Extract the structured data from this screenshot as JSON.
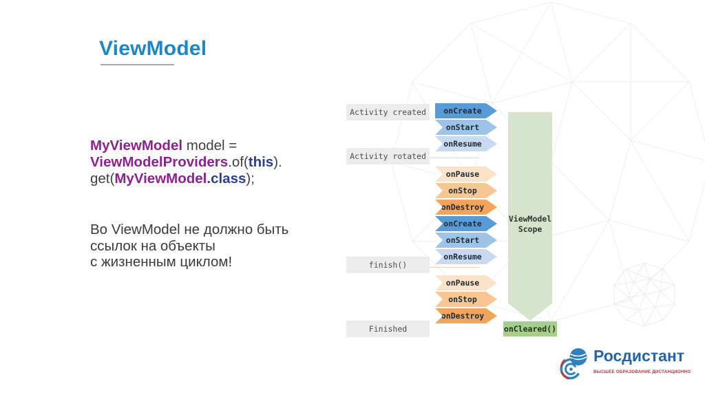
{
  "header": {
    "title": "ViewModel"
  },
  "code": {
    "l1": [
      "MyViewModel",
      " model ="
    ],
    "l2": [
      "ViewModelProviders",
      ".of(",
      "this",
      ")."
    ],
    "l3": [
      "get(",
      "MyViewModel",
      ".",
      "class",
      ");"
    ]
  },
  "note": {
    "line1": "Во ViewModel не должно быть",
    "line2": "ссылок на объекты",
    "line3": "с жизненным циклом!"
  },
  "diagram": {
    "labels": {
      "created": "Activity created",
      "rotated": "Activity rotated",
      "finish": "finish()",
      "finished": "Finished"
    },
    "arrows": [
      "onCreate",
      "onStart",
      "onResume",
      "onPause",
      "onStop",
      "onDestroy",
      "onCreate",
      "onStart",
      "onResume",
      "onPause",
      "onStop",
      "onDestroy"
    ],
    "scope_line1": "ViewModel",
    "scope_line2": "Scope",
    "oncleared": "onCleared()"
  },
  "logo": {
    "name": "Росдистант",
    "tagline": "ВЫСШЕЕ ОБРАЗОВАНИЕ ДИСТАНЦИОННО"
  },
  "colors": {
    "title_blue": "#1d87c6",
    "keyword_purple": "#8e2190",
    "keyword_navy": "#2e3d8f",
    "arrow_blue_dark": "#5b9bd5",
    "arrow_blue_mid": "#9dc3e6",
    "arrow_blue_light": "#c9daf0",
    "arrow_orange_light": "#fbe3c9",
    "arrow_orange_mid": "#f8c692",
    "arrow_orange_dark": "#f1a45c",
    "scope_green": "#d6e4cc",
    "oncleared_green": "#a5cf8b",
    "label_gray": "#ececec",
    "logo_blue": "#2465aa",
    "logo_red": "#b5342c"
  }
}
